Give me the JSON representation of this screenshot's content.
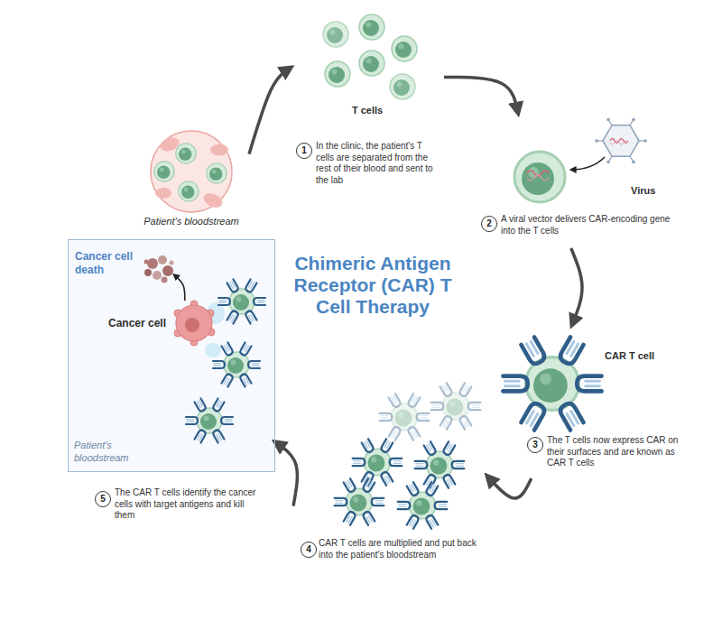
{
  "diagram": {
    "title": "Chimeric Antigen Receptor (CAR) T Cell Therapy",
    "nodes": [
      {
        "text": [
          "Patient's bloodstream"
        ]
      },
      {
        "text": [
          "T cells",
          "1",
          "In the clinic, the patient's T cells are separated from the rest of their blood and sent to the lab"
        ]
      },
      {
        "text": [
          "Virus",
          "2",
          "A viral vector delivers CAR-encoding gene into the T cells"
        ]
      },
      {
        "text": [
          "CAR T cell",
          "3",
          "The T cells now express CAR on their surfaces and are known as CAR T cells"
        ]
      },
      {
        "text": [
          "4",
          "CAR T cells are multiplied and put back into the patient's bloodstream"
        ]
      },
      {
        "text": [
          "Patient's bloodstream",
          "5",
          "The CAR T cells identify the cancer cells with target antigens and kill them"
        ]
      },
      {
        "text": [
          "Cancer cell death"
        ],
        "in": 5
      },
      {
        "text": [
          "Cancer cell"
        ],
        "in": 5
      }
    ],
    "edges": [
      {
        "from": 0,
        "to": 1,
        "arrow": "to"
      },
      {
        "from": 1,
        "to": 2,
        "arrow": "to"
      },
      {
        "from": 2,
        "to": 3,
        "arrow": "to"
      },
      {
        "from": 3,
        "to": 4,
        "arrow": "to"
      },
      {
        "from": 4,
        "to": 5,
        "arrow": "to"
      },
      {
        "from": 7,
        "to": 6,
        "arrow": "to"
      }
    ]
  }
}
